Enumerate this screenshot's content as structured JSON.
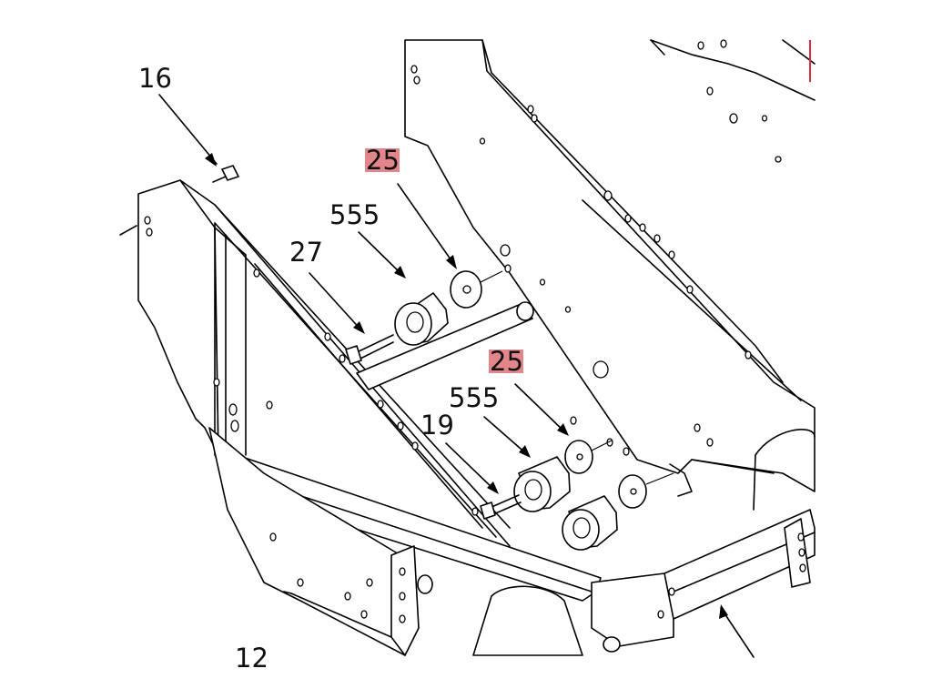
{
  "callouts": [
    {
      "id": "c16",
      "text": "16",
      "highlight": false
    },
    {
      "id": "c25a",
      "text": "25",
      "highlight": true
    },
    {
      "id": "c555a",
      "text": "555",
      "highlight": false
    },
    {
      "id": "c27",
      "text": "27",
      "highlight": false
    },
    {
      "id": "c25b",
      "text": "25",
      "highlight": true
    },
    {
      "id": "c555b",
      "text": "555",
      "highlight": false
    },
    {
      "id": "c19",
      "text": "19",
      "highlight": false
    },
    {
      "id": "c12",
      "text": "12",
      "highlight": false
    }
  ],
  "colors": {
    "highlight": "#e3868c",
    "line": "#000000",
    "background": "#ffffff",
    "accent_edge": "#d2323c"
  }
}
